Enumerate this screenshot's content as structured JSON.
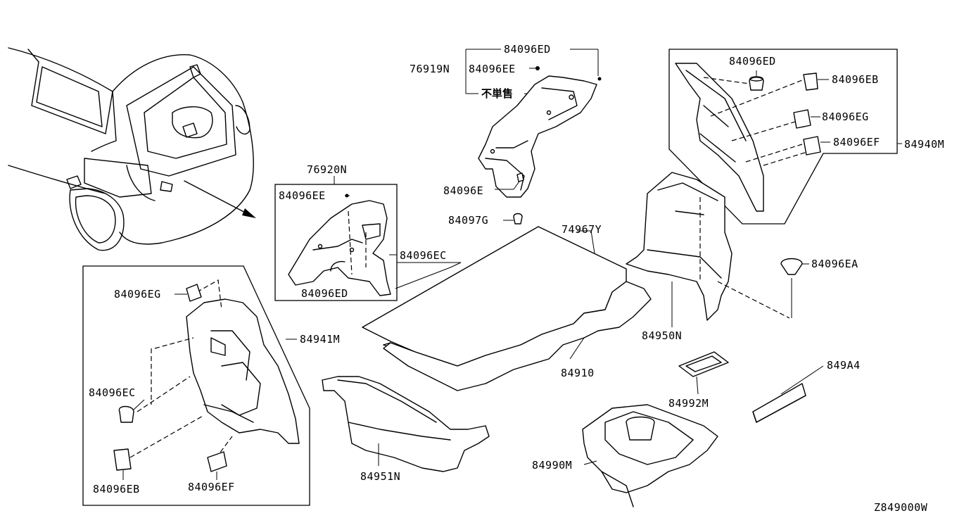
{
  "labels": {
    "p84096ED_top": "84096ED",
    "p76919N": "76919N",
    "p84096EE_top": "84096EE",
    "not_sold": "不単售",
    "p84096E": "84096E",
    "p84097G": "84097G",
    "p74967Y": "74967Y",
    "p76920N": "76920N",
    "p84096EE_mid": "84096EE",
    "p84096EC_mid": "84096EC",
    "p84096ED_mid": "84096ED",
    "p84096ED_right": "84096ED",
    "p84096EB_right": "84096EB",
    "p84096EG_right": "84096EG",
    "p84096EF_right": "84096EF",
    "p84940M": "84940M",
    "p84096EA": "84096EA",
    "p84950N": "84950N",
    "p84096EG_left": "84096EG",
    "p84941M": "84941M",
    "p84096EC_left": "84096EC",
    "p84096EB_left": "84096EB",
    "p84096EF_left": "84096EF",
    "p84910": "84910",
    "p84951N": "84951N",
    "p84992M": "84992M",
    "p849A4": "849A4",
    "p84990M": "84990M",
    "diagram_code": "Z849000W"
  }
}
